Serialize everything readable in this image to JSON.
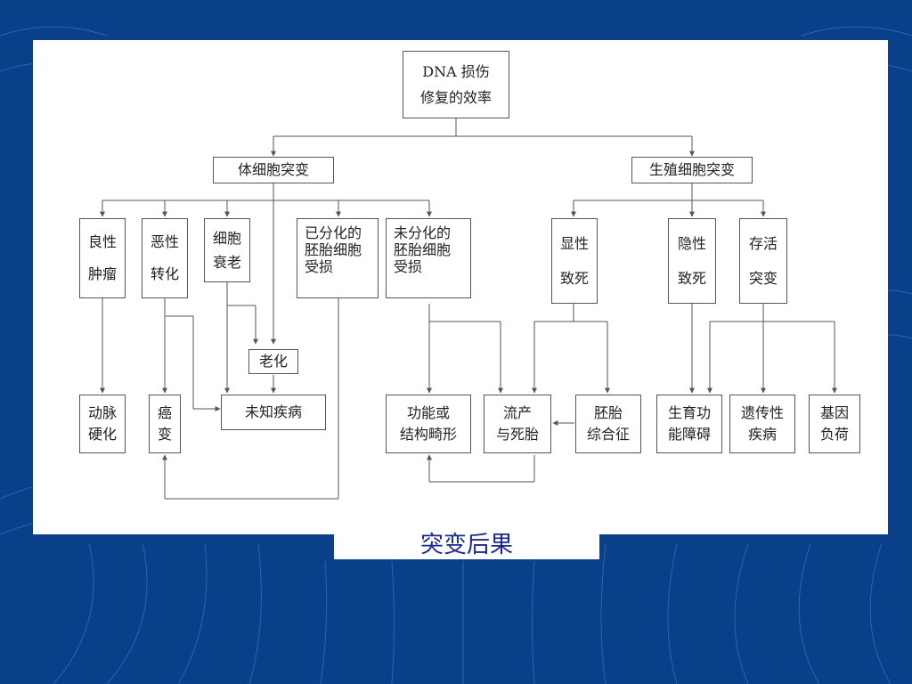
{
  "caption": "突变后果",
  "colors": {
    "background": "#0a3f8a",
    "panel": "#ffffff",
    "caption_text": "#1a2a8a",
    "lines": "#555555"
  },
  "diagram": {
    "root": {
      "line1": "DNA 损伤",
      "line2": "修复的效率"
    },
    "somatic": "体细胞突变",
    "germline": "生殖细胞突变",
    "benign_tumor": [
      "良性",
      "肿瘤"
    ],
    "malignant": [
      "恶性",
      "转化"
    ],
    "cell_aging": [
      "细胞",
      "衰老"
    ],
    "diff_embryo": [
      "已分化的",
      "胚胎细胞",
      "受损"
    ],
    "undiff_embryo": [
      "未分化的",
      "胚胎细胞",
      "受损"
    ],
    "dominant_lethal": [
      "显性",
      "致死"
    ],
    "recessive_lethal": [
      "隐性",
      "致死"
    ],
    "viable_mutation": [
      "存活",
      "突变"
    ],
    "aging": "老化",
    "atherosclerosis": [
      "动脉",
      "硬化"
    ],
    "cancer": [
      "癌",
      "变"
    ],
    "unknown_disease": "未知疾病",
    "malformation": [
      "功能或",
      "结构畸形"
    ],
    "abortion": [
      "流产",
      "与死胎"
    ],
    "embryo_syndrome": [
      "胚胎",
      "综合征"
    ],
    "fertility": [
      "生育功",
      "能障碍"
    ],
    "hereditary": [
      "遗传性",
      "疾病"
    ],
    "gene_load": [
      "基因",
      "负荷"
    ]
  }
}
